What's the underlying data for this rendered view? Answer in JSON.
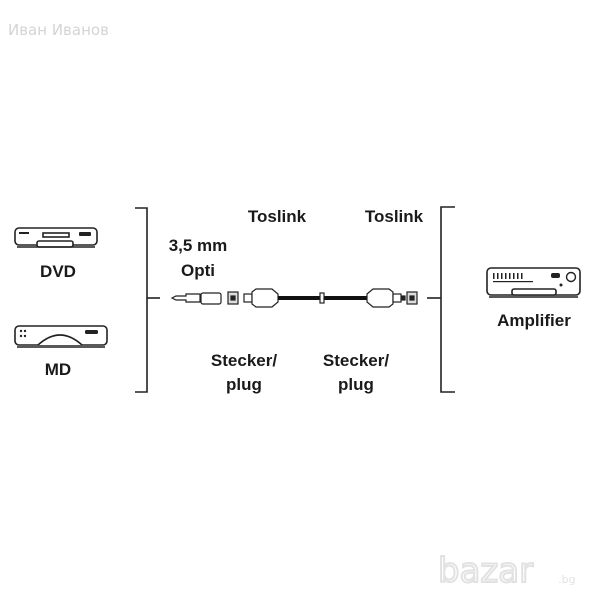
{
  "watermark_author": "Иван Иванов",
  "watermark_logo": "bazar.bg",
  "sources": [
    {
      "label": "DVD",
      "icon": "dvd-player-icon"
    },
    {
      "label": "MD",
      "icon": "minidisc-player-icon"
    }
  ],
  "target": {
    "label": "Amplifier",
    "icon": "amplifier-icon"
  },
  "cable": {
    "left_connector": {
      "type": "3,5 mm",
      "type2": "Opti"
    },
    "left_label": "Toslink",
    "right_label": "Toslink",
    "left_plug": {
      "line1": "Stecker/",
      "line2": "plug"
    },
    "right_plug": {
      "line1": "Stecker/",
      "line2": "plug"
    }
  }
}
